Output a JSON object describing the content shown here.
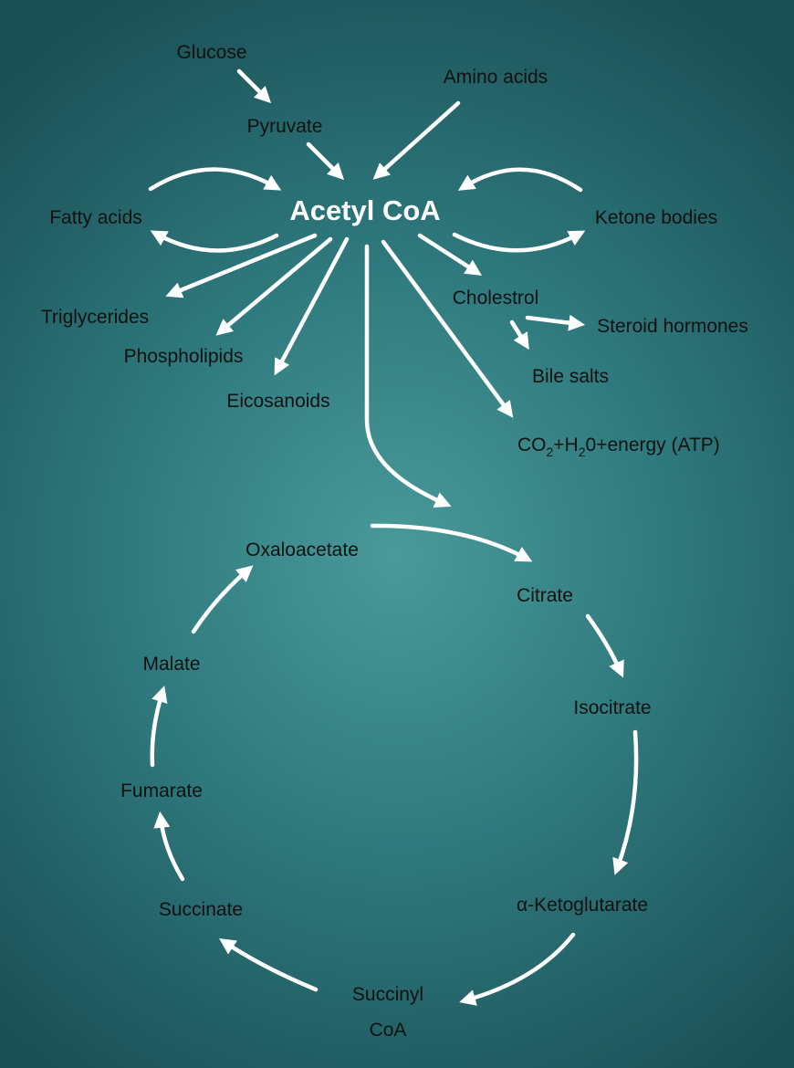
{
  "center": "Acetyl CoA",
  "inputs": {
    "glucose": "Glucose",
    "pyruvate": "Pyruvate",
    "amino_acids": "Amino acids"
  },
  "side": {
    "fatty_acids": "Fatty acids",
    "ketone_bodies": "Ketone bodies"
  },
  "outputs": {
    "triglycerides": "Triglycerides",
    "phospholipids": "Phospholipids",
    "eicosanoids": "Eicosanoids",
    "cholestrol": "Cholestrol",
    "steroid_hormones": "Steroid hormones",
    "bile_salts": "Bile salts",
    "energy": {
      "co": "CO",
      "sub1": "2",
      "h": "+H",
      "sub2": "2",
      "rest": "0+energy (ATP)"
    }
  },
  "cycle": {
    "oxaloacetate": "Oxaloacetate",
    "citrate": "Citrate",
    "isocitrate": "Isocitrate",
    "ketoglutarate": "α-Ketoglutarate",
    "succinyl_line1": "Succinyl",
    "succinyl_line2": "CoA",
    "succinate": "Succinate",
    "fumarate": "Fumarate",
    "malate": "Malate"
  }
}
